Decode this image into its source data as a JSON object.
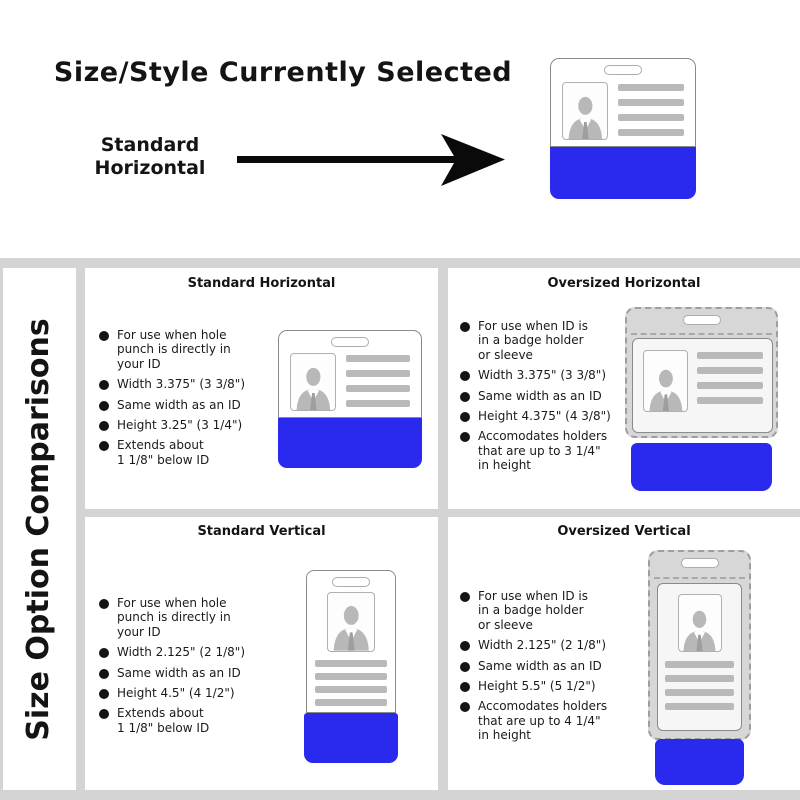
{
  "header": {
    "title": "Size/Style Currently Selected",
    "selected_style": {
      "line1": "Standard",
      "line2": "Horizontal"
    }
  },
  "sidebar": {
    "label": "Size Option Comparisons"
  },
  "quadrants": [
    {
      "title": "Standard Horizontal",
      "bullets": [
        "For use when hole\npunch is directly in\nyour ID",
        "Width 3.375\" (3 3/8\")",
        "Same width as an ID",
        "Height 3.25\" (3 1/4\")",
        "Extends about\n1 1/8\" below ID"
      ]
    },
    {
      "title": "Oversized Horizontal",
      "bullets": [
        "For use when ID is\nin a badge holder\nor sleeve",
        "Width 3.375\" (3 3/8\")",
        "Same width as an ID",
        "Height 4.375\" (4 3/8\")",
        "Accomodates holders\nthat are up to 3 1/4\"\nin height"
      ]
    },
    {
      "title": "Standard Vertical",
      "bullets": [
        "For use when hole\npunch is directly in\nyour ID",
        "Width 2.125\" (2 1/8\")",
        "Same width as an ID",
        "Height 4.5\" (4 1/2\")",
        "Extends about\n1 1/8\" below ID"
      ]
    },
    {
      "title": "Oversized Vertical",
      "bullets": [
        "For use when ID is\nin a badge holder\nor sleeve",
        "Width 2.125\" (2 1/8\")",
        "Same width as an ID",
        "Height 5.5\" (5 1/2\")",
        "Accomodates holders\nthat are up to 4 1/4\"\nin height"
      ]
    }
  ],
  "icons": {
    "arrow": "right-arrow",
    "bullet": "filled-circle-bullet",
    "badge_photo": "person-silhouette",
    "badge_slot": "lanyard-slot-punch"
  },
  "colors": {
    "badge_blue": "#2a2aee",
    "divider_gray": "#d4d4d4",
    "holder_gray": "#d7d7d7",
    "line_gray": "#b9b9b9",
    "text_black": "#141414"
  }
}
